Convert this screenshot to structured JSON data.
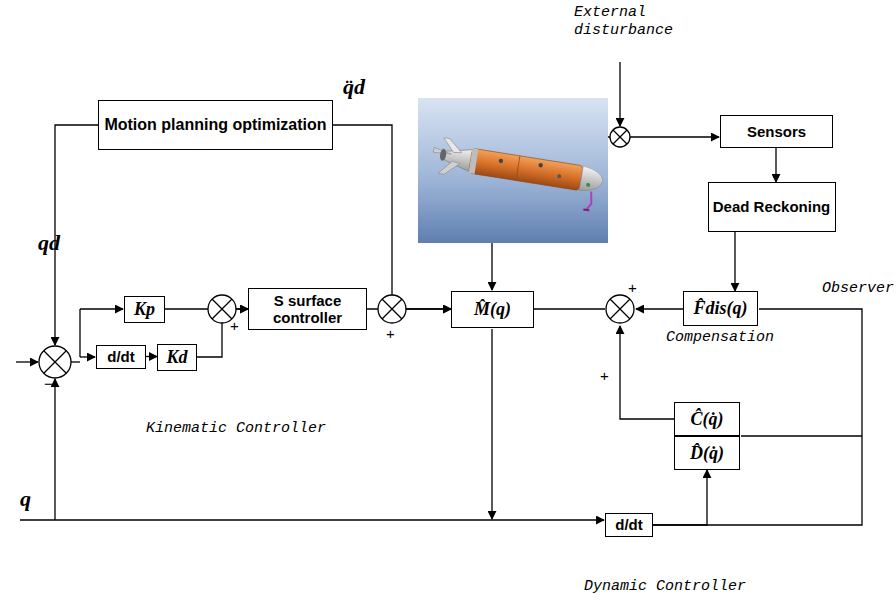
{
  "diagram": {
    "nodes": [
      {
        "text": [
          "Motion planning optimization"
        ]
      },
      {
        "text": [
          "Kp"
        ]
      },
      {
        "text": [
          "d/dt"
        ]
      },
      {
        "text": [
          "Kd"
        ]
      },
      {
        "text": [
          "S surface controller"
        ]
      },
      {
        "text": [
          "M̂(q)"
        ]
      },
      {
        "text": [
          "Sensors"
        ]
      },
      {
        "text": [
          "Dead Reckoning"
        ]
      },
      {
        "text": [
          "F̂dis(q)"
        ]
      },
      {
        "text": [
          "Ĉ(q̇)"
        ]
      },
      {
        "text": [
          "D̂(q̇)"
        ]
      },
      {
        "text": [
          "d/dt"
        ]
      }
    ],
    "edges": [
      {
        "from": 1,
        "to": 4,
        "arrow": "to"
      },
      {
        "from": 3,
        "to": 4,
        "arrow": "to"
      },
      {
        "from": 2,
        "to": 3,
        "arrow": "to"
      },
      {
        "from": 4,
        "to": 5,
        "arrow": "to"
      },
      {
        "from": 0,
        "to": 5,
        "arrow": "to",
        "label": "q̈d"
      },
      {
        "from": 6,
        "to": 7,
        "arrow": "to"
      },
      {
        "from": 7,
        "to": 8,
        "arrow": "to"
      },
      {
        "from": 11,
        "to": 10,
        "arrow": "to"
      }
    ],
    "labels": [
      "External disturbance",
      "Observer",
      "Compensation",
      "Kinematic Controller",
      "Dynamic Controller",
      "qd",
      "q",
      "+",
      "+",
      "+",
      "+",
      "−"
    ]
  }
}
